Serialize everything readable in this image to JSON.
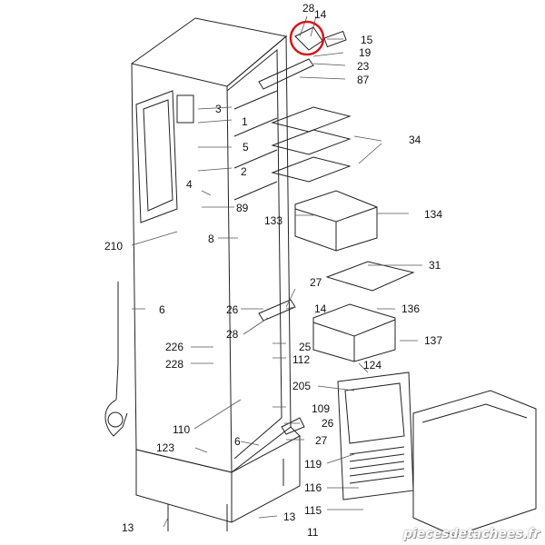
{
  "diagram": {
    "labels": [
      "28",
      "14",
      "15",
      "19",
      "23",
      "87",
      "3",
      "1",
      "5",
      "2",
      "34",
      "4",
      "89",
      "133",
      "134",
      "8",
      "210",
      "6",
      "31",
      "27",
      "26",
      "14",
      "136",
      "28",
      "25",
      "137",
      "226",
      "112",
      "228",
      "124",
      "205",
      "109",
      "110",
      "26",
      "6",
      "27",
      "123",
      "119",
      "116",
      "115",
      "13",
      "13",
      "11"
    ],
    "highlight_label": "14",
    "watermark": "piecesdetachees.fr"
  }
}
